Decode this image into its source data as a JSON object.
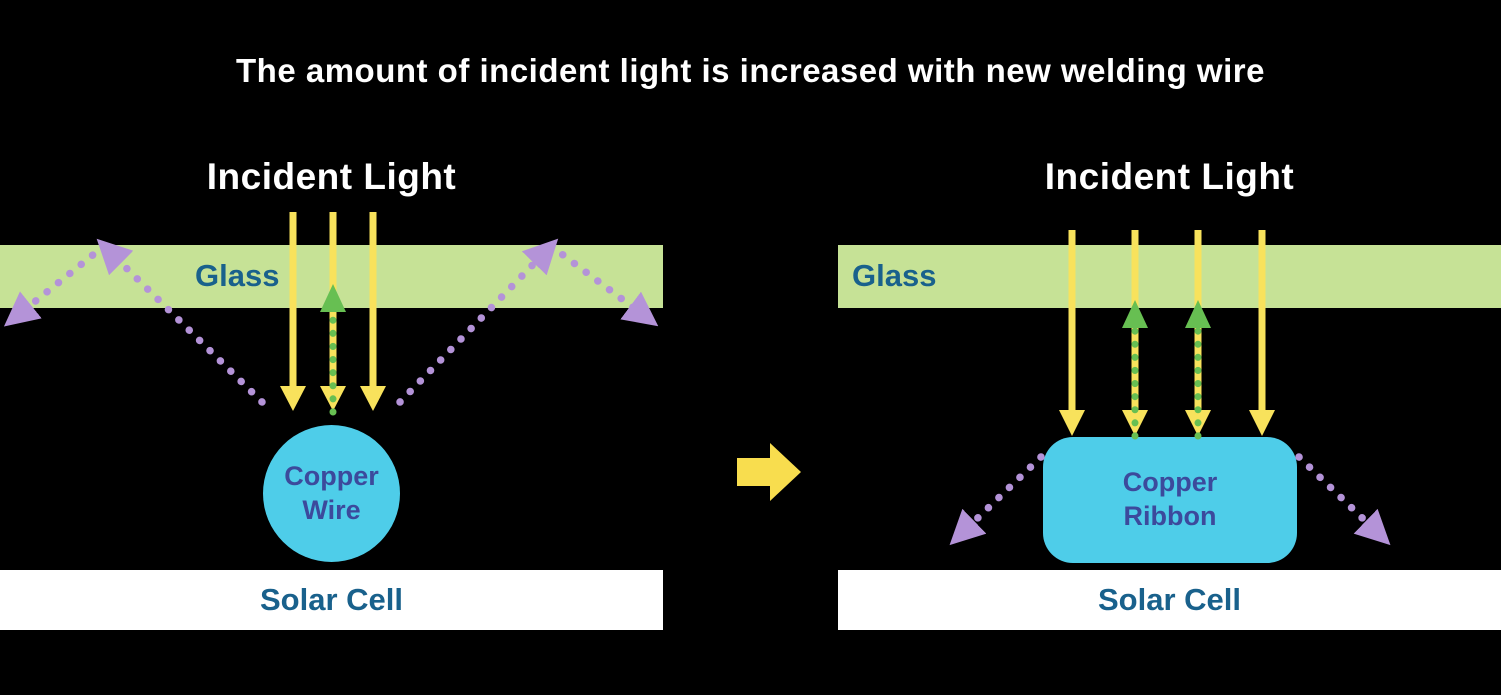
{
  "title": "The amount of incident light is increased with new welding wire",
  "panels": {
    "left": {
      "incident_light": "Incident Light",
      "glass": "Glass",
      "conductor_line1": "Copper",
      "conductor_line2": "Wire",
      "solar_cell": "Solar Cell"
    },
    "right": {
      "incident_light": "Incident Light",
      "glass": "Glass",
      "conductor_line1": "Copper",
      "conductor_line2": "Ribbon",
      "solar_cell": "Solar Cell"
    }
  },
  "colors": {
    "background": "#000000",
    "title_text": "#ffffff",
    "glass_fill": "#c6e296",
    "solar_cell_fill": "#ffffff",
    "conductor_fill": "#4ecde9",
    "label_blue": "#19618c",
    "conductor_text": "#3c4a9c",
    "incident_arrow_yellow": "#f8e25c",
    "reflected_arrow_purple": "#b493d8",
    "absorbed_arrow_green": "#67bf52",
    "transition_arrow_yellow": "#f8dd4e"
  }
}
